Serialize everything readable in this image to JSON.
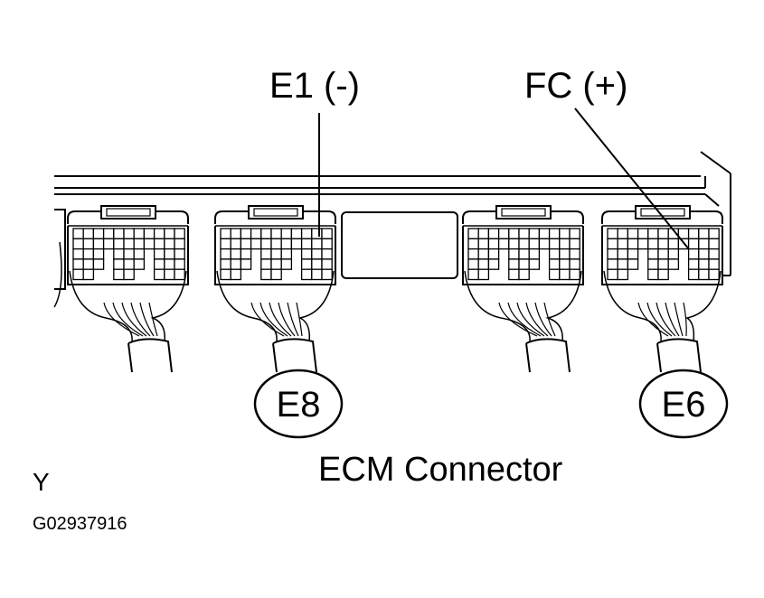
{
  "labels": {
    "e1": "E1  (-)",
    "fc": "FC (+)",
    "e8": "E8",
    "e6": "E6",
    "caption": "ECM Connector",
    "corner": "Y",
    "figure_id": "G02937916"
  }
}
